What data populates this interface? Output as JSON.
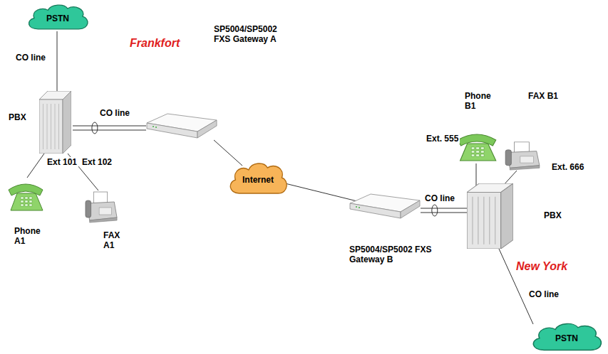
{
  "diagram": {
    "nodes": [
      {
        "text": [
          "PSTN"
        ]
      },
      {
        "text": [
          "PBX"
        ]
      },
      {
        "text": [
          "SP5004/SP5002 FXS Gateway A"
        ]
      },
      {
        "text": [
          "Phone A1"
        ]
      },
      {
        "text": [
          "FAX A1"
        ]
      },
      {
        "text": [
          "Internet"
        ]
      },
      {
        "text": [
          "SP5004/SP5002 FXS Gateway B"
        ]
      },
      {
        "text": [
          "PBX"
        ]
      },
      {
        "text": [
          "Phone B1"
        ]
      },
      {
        "text": [
          "FAX B1"
        ]
      },
      {
        "text": [
          "PSTN"
        ]
      }
    ],
    "edges": [
      {
        "from": 0,
        "to": 1,
        "arrow": "none",
        "label": "CO line"
      },
      {
        "from": 1,
        "to": 2,
        "arrow": "none",
        "label": "CO line"
      },
      {
        "from": 1,
        "to": 3,
        "arrow": "none",
        "label": "Ext 101"
      },
      {
        "from": 1,
        "to": 4,
        "arrow": "none",
        "label": "Ext 102"
      },
      {
        "from": 2,
        "to": 5,
        "arrow": "none"
      },
      {
        "from": 5,
        "to": 6,
        "arrow": "none"
      },
      {
        "from": 6,
        "to": 7,
        "arrow": "none",
        "label": "CO line"
      },
      {
        "from": 7,
        "to": 8,
        "arrow": "none",
        "label": "Ext. 555"
      },
      {
        "from": 7,
        "to": 9,
        "arrow": "none",
        "label": "Ext. 666"
      },
      {
        "from": 7,
        "to": 10,
        "arrow": "none",
        "label": "CO line"
      }
    ],
    "labels": [
      "Frankfort",
      "New York"
    ]
  }
}
